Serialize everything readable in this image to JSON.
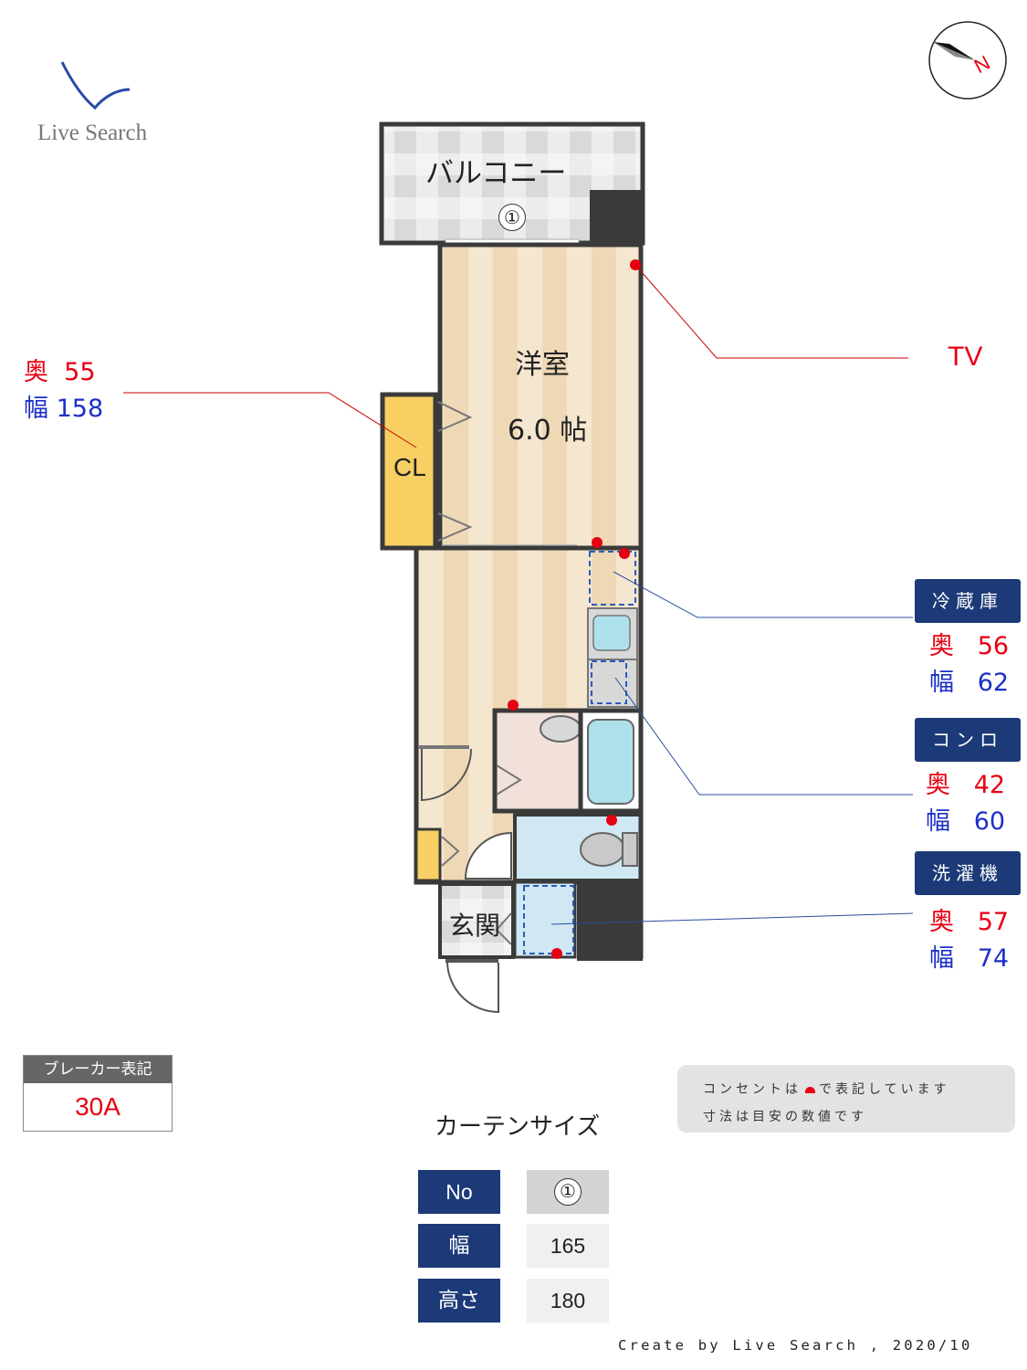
{
  "logo": {
    "text": "Live Search"
  },
  "compass": {
    "letter": "N"
  },
  "rooms": {
    "balcony": "バルコニー",
    "window_no": "①",
    "western_room": "洋室",
    "room_size": "6.0 帖",
    "closet": "CL",
    "entrance": "玄関"
  },
  "tv": {
    "label": "TV"
  },
  "closet_dims": {
    "depth_label": "奥",
    "depth": "55",
    "width_label": "幅",
    "width": "158"
  },
  "appliances": {
    "fridge": {
      "title": "冷蔵庫",
      "depth_label": "奥",
      "depth": "56",
      "width_label": "幅",
      "width": "62"
    },
    "stove": {
      "title": "コンロ",
      "depth_label": "奥",
      "depth": "42",
      "width_label": "幅",
      "width": "60"
    },
    "washer": {
      "title": "洗濯機",
      "depth_label": "奥",
      "depth": "57",
      "width_label": "幅",
      "width": "74"
    }
  },
  "breaker": {
    "title": "ブレーカー表記",
    "value": "30A"
  },
  "note": {
    "line1": "コンセントは",
    "line1b": "で表記しています",
    "line2": "寸法は目安の数値です"
  },
  "curtain": {
    "title": "カーテンサイズ",
    "rows": [
      {
        "label": "No",
        "value": "①"
      },
      {
        "label": "幅",
        "value": "165"
      },
      {
        "label": "高さ",
        "value": "180"
      }
    ]
  },
  "footer": {
    "credit": "Create by Live Search , 2020/10"
  },
  "colors": {
    "navy": "#1c3a78",
    "red": "#e60012",
    "blue": "#1d2fc8",
    "wall": "#3a3a3a"
  }
}
